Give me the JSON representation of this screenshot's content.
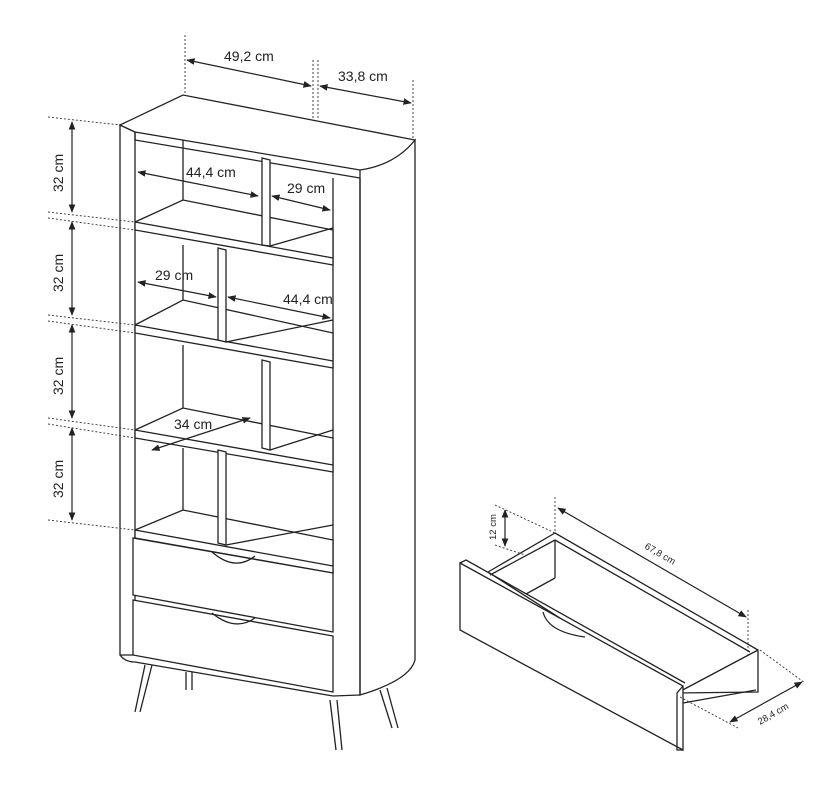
{
  "bookcase": {
    "width_label": "49,2 cm",
    "depth_label": "33,8 cm",
    "shelf1_left_width": "44,4 cm",
    "shelf1_right_width": "29 cm",
    "shelf2_left_width": "29 cm",
    "shelf2_right_width": "44,4 cm",
    "shelf3_depth": "34 cm",
    "heights": [
      "32 cm",
      "32 cm",
      "32 cm",
      "32 cm"
    ]
  },
  "drawer": {
    "height_label": "12 cm",
    "length_label": "67,8 cm",
    "depth_label": "28,4 cm"
  }
}
